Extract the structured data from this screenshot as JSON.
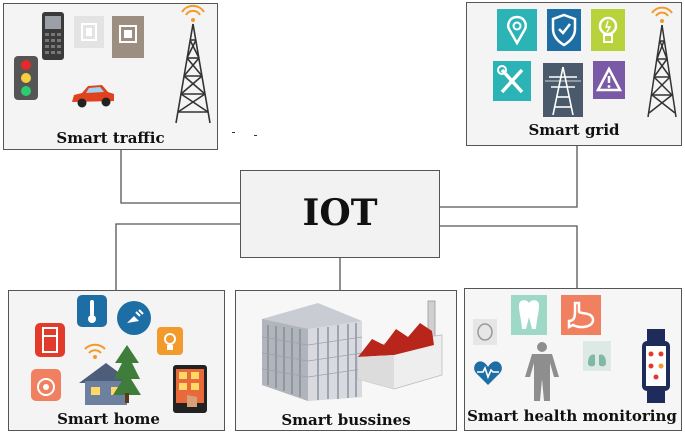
{
  "center": {
    "title": "IOT"
  },
  "nodes": {
    "smart_traffic": {
      "label": "Smart traffic"
    },
    "smart_grid": {
      "label": "Smart grid"
    },
    "smart_home": {
      "label": "Smart home"
    },
    "smart_business": {
      "label": "Smart bussines"
    },
    "smart_health": {
      "label": "Smart health monitoring"
    }
  },
  "colors": {
    "teal": "#2bb3b5",
    "blue": "#1c6ea4",
    "lime": "#b7d23a",
    "purple": "#7a5aa6",
    "orange": "#f39a2d",
    "red": "#e23b2a",
    "salmon": "#f08060",
    "building": "#c9ccd2",
    "factory": "#b8261b"
  }
}
